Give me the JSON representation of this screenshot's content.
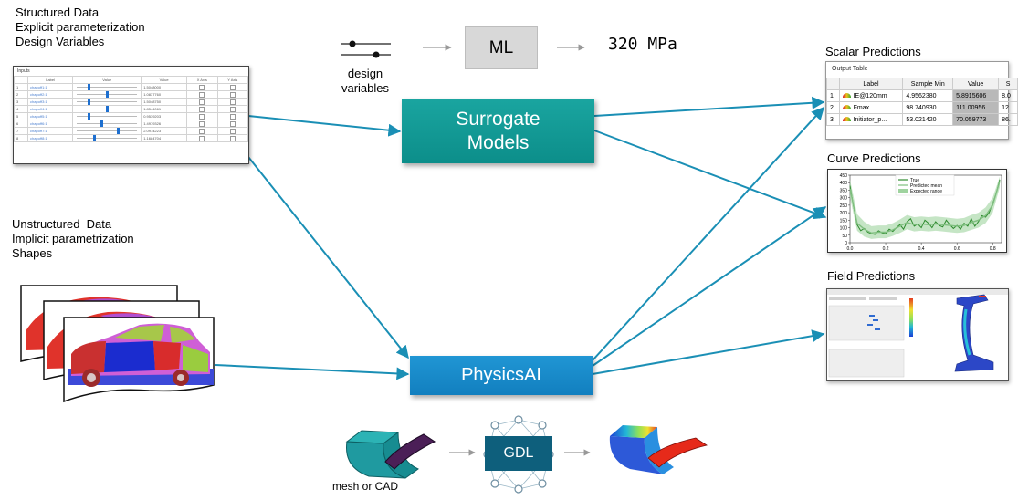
{
  "structured": {
    "line1": "Structured Data",
    "line2": "Explicit parameterization",
    "line3": "Design Variables"
  },
  "unstructured": {
    "line1": "Unstructured  Data",
    "line2": "Implicit parametrization",
    "line3": "Shapes"
  },
  "design_variables": {
    "line1": "design",
    "line2": "variables"
  },
  "ml_label": "ML",
  "ml_output": "320 MPa",
  "surrogate": {
    "line1": "Surrogate",
    "line2": "Models"
  },
  "physicsai": "PhysicsAI",
  "gdl": "GDL",
  "mesh_label": "mesh or CAD",
  "scalar_title": "Scalar Predictions",
  "curve_title": "Curve Predictions",
  "field_title": "Field Predictions",
  "input_table": {
    "title": "Inputs",
    "headers": [
      "",
      "Label",
      "Value",
      "Value",
      "X Axis",
      "Y Axis"
    ],
    "rows": [
      {
        "idx": "1",
        "label": "chapoff1:1",
        "value": "1.5048000"
      },
      {
        "idx": "2",
        "label": "chapoff2:1",
        "value": "1.0837760"
      },
      {
        "idx": "3",
        "label": "chapoff3:1",
        "value": "1.5048750"
      },
      {
        "idx": "4",
        "label": "chapoff4:1",
        "value": "1.8544061"
      },
      {
        "idx": "5",
        "label": "chapoff5:1",
        "value": "0.9539203"
      },
      {
        "idx": "6",
        "label": "chapoff6:1",
        "value": "1.4979326"
      },
      {
        "idx": "7",
        "label": "chapoff7:1",
        "value": "2.0914223"
      },
      {
        "idx": "8",
        "label": "chapoff8:1",
        "value": "1.1684704"
      }
    ],
    "slider_positions": [
      0.2,
      0.55,
      0.2,
      0.55,
      0.2,
      0.45,
      0.75,
      0.3
    ]
  },
  "output_table": {
    "title": "Output Table",
    "headers": [
      "",
      "Label",
      "Sample Min",
      "Value",
      "S"
    ],
    "rows": [
      {
        "idx": "1",
        "label": "IE@120mm",
        "min": "4.9562380",
        "value": "5.8915606",
        "extra": "8.0"
      },
      {
        "idx": "2",
        "label": "Fmax",
        "min": "98.740930",
        "value": "111.00956",
        "extra": "12."
      },
      {
        "idx": "3",
        "label": "Initiator_p...",
        "min": "53.021420",
        "value": "70.059773",
        "extra": "86."
      }
    ]
  },
  "chart_data": {
    "type": "line",
    "title": "",
    "xlabel": "",
    "ylabel": "",
    "xlim": [
      0,
      0.85
    ],
    "ylim": [
      0,
      450
    ],
    "xticks": [
      "0.0",
      "0.2",
      "0.4",
      "0.6",
      "0.8"
    ],
    "yticks": [
      "0",
      "50",
      "100",
      "150",
      "200",
      "250",
      "300",
      "350",
      "400",
      "450"
    ],
    "legend": [
      "True",
      "Predicted mean",
      "Expected range"
    ],
    "legend_position": "top-center",
    "series": [
      {
        "name": "True",
        "color": "#2e8b2e",
        "x": [
          0,
          0.02,
          0.04,
          0.06,
          0.08,
          0.1,
          0.12,
          0.14,
          0.16,
          0.18,
          0.2,
          0.22,
          0.24,
          0.26,
          0.28,
          0.3,
          0.32,
          0.34,
          0.36,
          0.38,
          0.4,
          0.42,
          0.44,
          0.46,
          0.48,
          0.5,
          0.52,
          0.54,
          0.56,
          0.58,
          0.6,
          0.62,
          0.64,
          0.66,
          0.68,
          0.7,
          0.72,
          0.74,
          0.76,
          0.78,
          0.8,
          0.82,
          0.84
        ],
        "y": [
          380,
          240,
          120,
          80,
          95,
          70,
          60,
          55,
          80,
          65,
          60,
          90,
          75,
          100,
          120,
          90,
          140,
          160,
          110,
          125,
          100,
          150,
          130,
          100,
          140,
          115,
          105,
          150,
          120,
          95,
          115,
          90,
          130,
          110,
          160,
          110,
          140,
          180,
          170,
          200,
          260,
          330,
          420
        ]
      },
      {
        "name": "Predicted mean",
        "color": "#7fbf7f",
        "x": [
          0,
          0.04,
          0.08,
          0.12,
          0.16,
          0.2,
          0.24,
          0.28,
          0.32,
          0.36,
          0.4,
          0.44,
          0.48,
          0.52,
          0.56,
          0.6,
          0.64,
          0.68,
          0.72,
          0.76,
          0.8,
          0.84
        ],
        "y": [
          360,
          130,
          90,
          65,
          70,
          70,
          85,
          110,
          135,
          120,
          125,
          120,
          125,
          120,
          115,
          110,
          115,
          135,
          150,
          180,
          250,
          410
        ]
      }
    ],
    "band": {
      "name": "Expected range",
      "color": "#9fd39f",
      "x": [
        0,
        0.04,
        0.08,
        0.12,
        0.16,
        0.2,
        0.24,
        0.28,
        0.32,
        0.36,
        0.4,
        0.44,
        0.48,
        0.52,
        0.56,
        0.6,
        0.64,
        0.68,
        0.72,
        0.76,
        0.8,
        0.84
      ],
      "lower": [
        300,
        80,
        40,
        25,
        30,
        30,
        45,
        65,
        90,
        75,
        80,
        75,
        80,
        75,
        70,
        65,
        70,
        85,
        100,
        130,
        200,
        370
      ],
      "upper": [
        420,
        190,
        140,
        110,
        115,
        115,
        130,
        155,
        185,
        170,
        175,
        170,
        175,
        170,
        165,
        160,
        165,
        185,
        200,
        235,
        300,
        440
      ]
    }
  },
  "colors": {
    "surrogate": "#149a96",
    "physicsai": "#1989c9",
    "arrow": "#1a8fb5",
    "gdl": "#0e5f7c"
  }
}
